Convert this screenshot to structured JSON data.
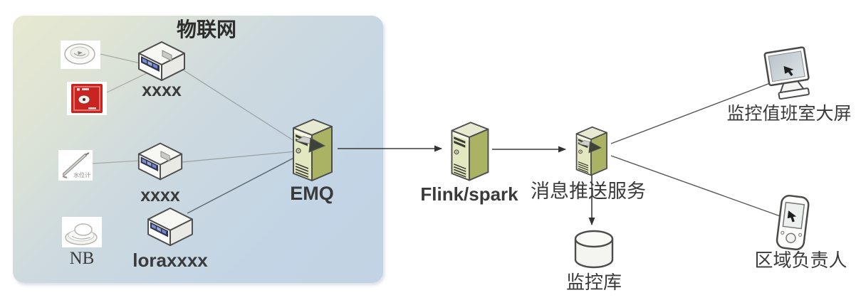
{
  "title": "物联网",
  "nodes": {
    "smoke_sensor": {
      "icon": "smoke-detector-icon"
    },
    "fire_alarm": {
      "icon": "fire-alarm-icon"
    },
    "gateway1": {
      "label": "xxxx",
      "icon": "network-switch-icon"
    },
    "water_meter": {
      "label": "水位计",
      "icon": "water-level-meter-icon"
    },
    "gateway2": {
      "label": "xxxx",
      "icon": "network-switch-icon"
    },
    "nb_sensor": {
      "label": "NB",
      "icon": "smoke-detector-side-icon"
    },
    "lora_gateway": {
      "label": "loraxxxx",
      "icon": "network-switch-icon"
    },
    "emq": {
      "label": "EMQ",
      "icon": "server-tower-icon"
    },
    "flink": {
      "label": "Flink/spark",
      "icon": "server-tower-icon"
    },
    "push_service": {
      "label": "消息推送服务",
      "icon": "server-tower-icon"
    },
    "monitor_db": {
      "label": "监控库",
      "icon": "database-cylinder-icon"
    },
    "big_screen": {
      "label": "监控值班室大屏",
      "icon": "monitor-screen-icon"
    },
    "regional_manager": {
      "label": "区域负责人",
      "icon": "pda-icon"
    }
  },
  "colors": {
    "iot_box_gradient_start": "#e7e9d0",
    "iot_box_gradient_end": "#c1d3e4",
    "server_front": "#e4e8c0",
    "server_side": "#a9b363",
    "alarm_red": "#c9241f",
    "switch_panel_navy": "#30354a",
    "line_light": "#a8aba4",
    "line_mid": "#9aa0a0",
    "line_dark": "#3a3a3a",
    "text": "#3a3a3a"
  }
}
